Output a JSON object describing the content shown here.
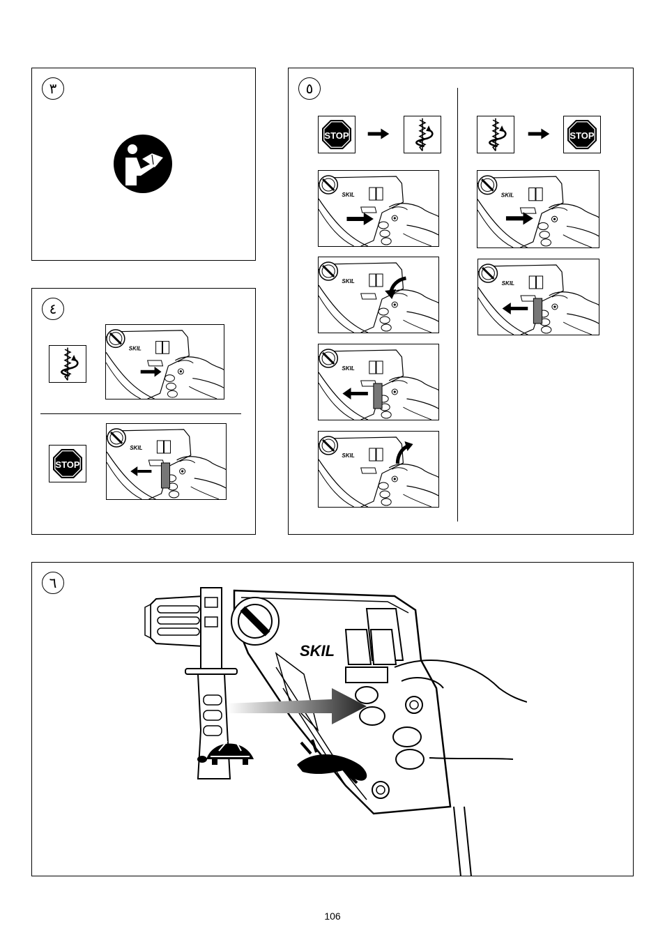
{
  "panels": {
    "p3": {
      "number": "٣"
    },
    "p4": {
      "number": "٤"
    },
    "p5": {
      "number": "٥"
    },
    "p6": {
      "number": "٦"
    }
  },
  "brand": {
    "name": "SKIL"
  },
  "stop_sign": {
    "label": "STOP",
    "color": "#000000"
  },
  "page": {
    "number": "106"
  }
}
